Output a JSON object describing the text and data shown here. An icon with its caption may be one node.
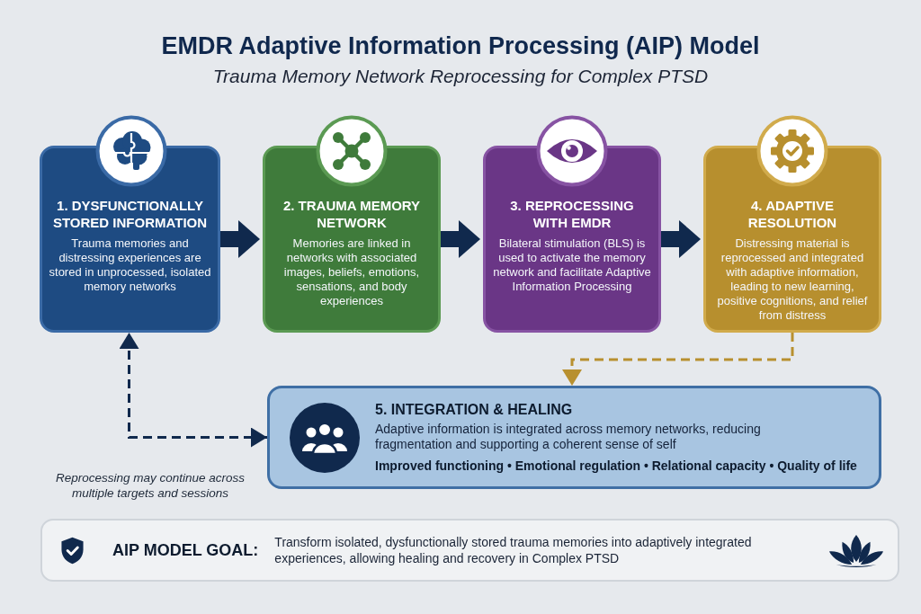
{
  "diagram": {
    "title": "EMDR Adaptive Information Processing (AIP) Model",
    "nodes": [
      {
        "text": [
          "1. DYSFUNCTIONALLY STORED INFORMATION",
          "Trauma memories and distressing experiences are stored in unprocessed, isolated memory networks"
        ]
      },
      {
        "text": [
          "2. TRAUMA MEMORY NETWORK",
          "Memories are linked in networks with associated images, beliefs, emotions, sensations, and body experiences"
        ]
      },
      {
        "text": [
          "3. REPROCESSING WITH EMDR",
          "Bilateral stimulation (BLS) is used to activate the memory network and facilitate Adaptive Information Processing"
        ]
      },
      {
        "text": [
          "4. ADAPTIVE RESOLUTION",
          "Distressing material is reprocessed and integrated with adaptive information, leading to new learning, positive cognitions, and relief from distress"
        ]
      },
      {
        "text": [
          "5. INTEGRATION & HEALING",
          "Adaptive information is integrated across memory networks, reducing fragmentation and supporting a coherent sense of self",
          "Improved functioning • Emotional regulation • Relational capacity • Quality of life"
        ]
      },
      {
        "text": [
          "AIP MODEL GOAL:",
          "Transform isolated, dysfunctionally stored trauma memories into adaptively integrated experiences, allowing healing and recovery in Complex PTSD"
        ]
      }
    ],
    "edges": [
      {
        "from": 0,
        "to": 1,
        "arrow": "to"
      },
      {
        "from": 1,
        "to": 2,
        "arrow": "to"
      },
      {
        "from": 2,
        "to": 3,
        "arrow": "to"
      },
      {
        "from": 3,
        "to": 4,
        "arrow": "to",
        "style": "dashed",
        "color": "#b8902f"
      },
      {
        "from": 4,
        "to": 0,
        "arrow": "both",
        "style": "dashed"
      }
    ],
    "labels": [
      "Trauma Memory Network Reprocessing for Complex PTSD",
      "Reprocessing may continue across multiple targets and sessions"
    ]
  }
}
